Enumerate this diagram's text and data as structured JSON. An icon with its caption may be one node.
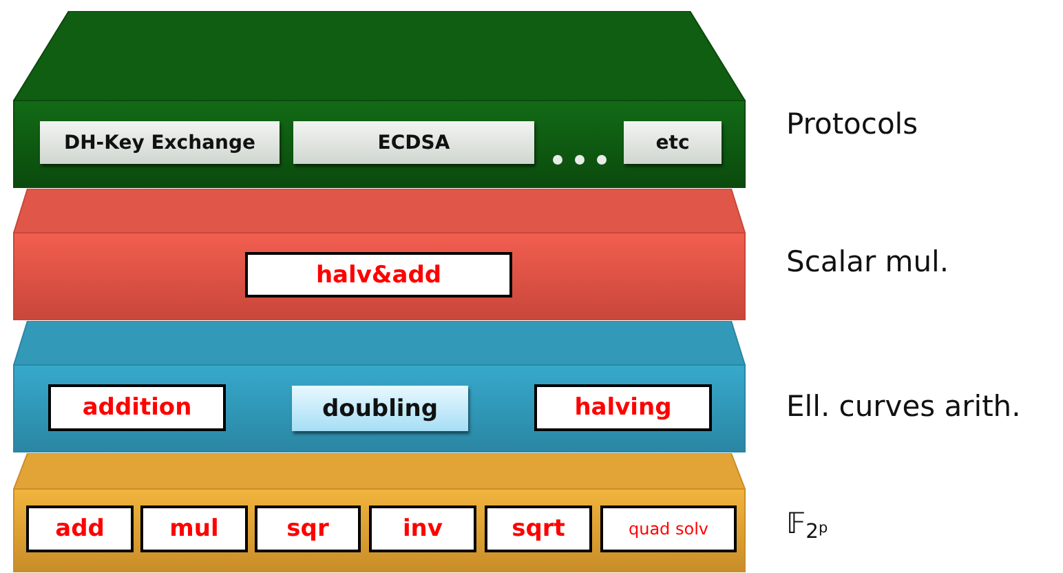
{
  "diagram": {
    "nodes": [
      {
        "text": [],
        "shape": "box",
        "beside": [
          "Protocols"
        ]
      },
      {
        "text": [
          "DH-Key Exchange"
        ],
        "in": 0
      },
      {
        "text": [
          "ECDSA"
        ],
        "in": 0
      },
      {
        "text": [
          "etc"
        ],
        "in": 0
      },
      {
        "text": [],
        "shape": "box",
        "beside": [
          "Scalar mul."
        ]
      },
      {
        "text": [
          "halv&add"
        ],
        "in": 4
      },
      {
        "text": [],
        "shape": "box",
        "beside": [
          "Ell. curves arith."
        ]
      },
      {
        "text": [
          "addition"
        ],
        "in": 6
      },
      {
        "text": [
          "doubling"
        ],
        "in": 6
      },
      {
        "text": [
          "halving"
        ],
        "in": 6
      },
      {
        "text": [],
        "shape": "box",
        "beside": [
          "𝔽$_{2}$$^{p}$"
        ]
      },
      {
        "text": [
          "add"
        ],
        "in": 10
      },
      {
        "text": [
          "mul"
        ],
        "in": 10
      },
      {
        "text": [
          "sqr"
        ],
        "in": 10
      },
      {
        "text": [
          "inv"
        ],
        "in": 10
      },
      {
        "text": [
          "sqrt"
        ],
        "in": 10
      },
      {
        "text": [
          "quad solv"
        ],
        "in": 10
      }
    ]
  }
}
